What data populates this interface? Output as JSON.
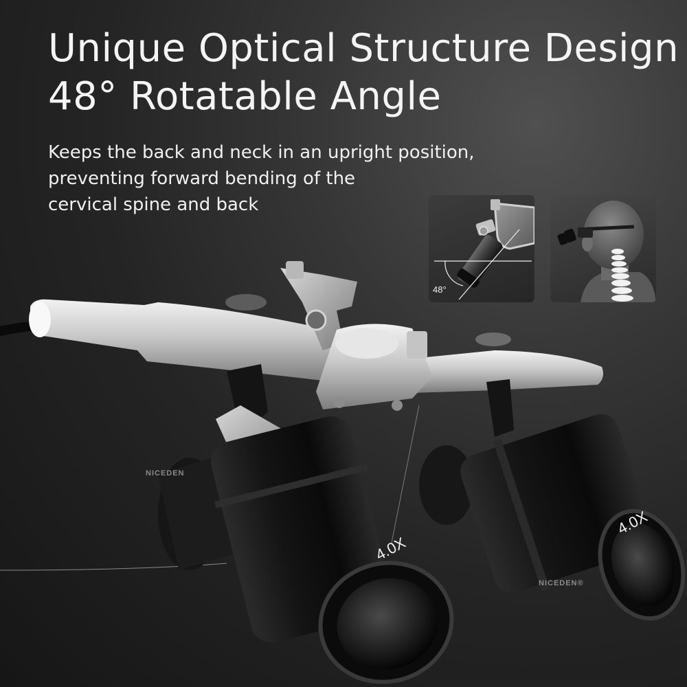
{
  "headline": {
    "line1": "Unique Optical Structure Design",
    "line2": "48° Rotatable Angle"
  },
  "description": {
    "line1": "Keeps the back and neck in an upright position,",
    "line2": "preventing forward bending of the",
    "line3": "cervical spine and back"
  },
  "angle_thumbnail": {
    "angle_label": "48°"
  },
  "product": {
    "left_magnification": "4.0X",
    "right_magnification": "4.0X",
    "brand_left": "NICEDEN",
    "brand_right": "NICEDEN®"
  },
  "colors": {
    "text": "#f4f4f4",
    "background": "#242424",
    "metal": "#c9c9c9",
    "barrel": "#0d0d0d"
  }
}
